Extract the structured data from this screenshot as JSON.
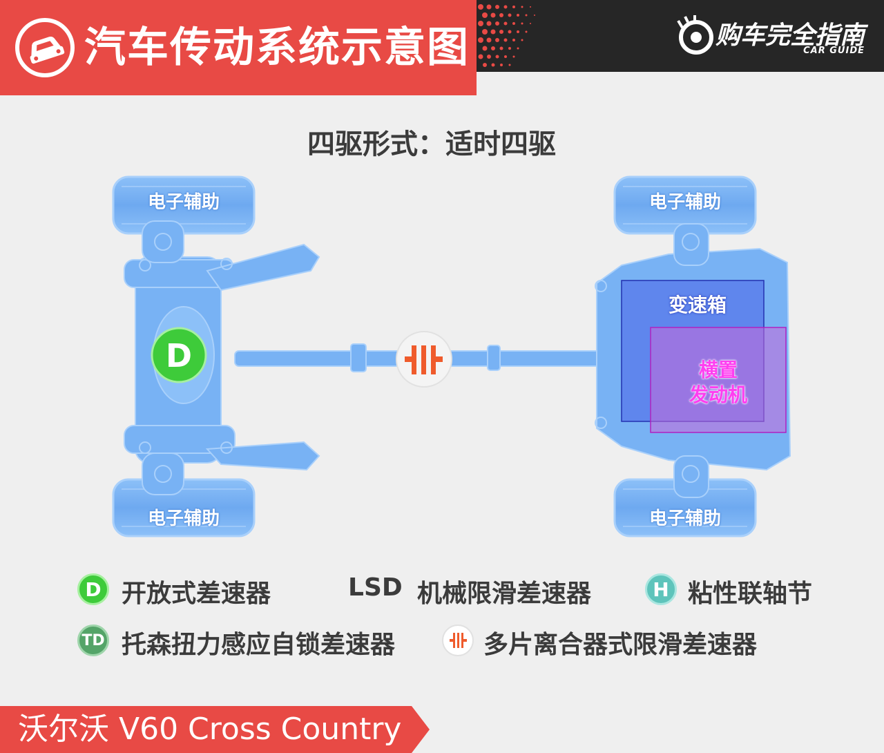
{
  "header": {
    "title": "汽车传动系统示意图",
    "icon": "car-crash-icon",
    "logo_text": "购车完全指南",
    "logo_sub": "CAR GUIDE"
  },
  "subtitle": "四驱形式：适时四驱",
  "diagram": {
    "tire_labels": [
      "电子辅助",
      "电子辅助",
      "电子辅助",
      "电子辅助"
    ],
    "rear_differential_letter": "D",
    "gearbox_label": "变速箱",
    "engine_label_line1": "横置",
    "engine_label_line2": "发动机"
  },
  "legend": {
    "open_diff": {
      "icon_text": "D",
      "label": "开放式差速器"
    },
    "lsd": {
      "icon_text": "LSD",
      "label": "机械限滑差速器"
    },
    "viscous": {
      "icon_text": "H",
      "label": "粘性联轴节"
    },
    "torsen": {
      "icon_text": "TD",
      "label": "托森扭力感应自锁差速器"
    },
    "multi_plate": {
      "icon_text": "",
      "label": "多片离合器式限滑差速器"
    }
  },
  "footer": {
    "model": "沃尔沃 V60 Cross Country"
  },
  "colors": {
    "brand_red": "#e84a45",
    "chassis_blue": "#78b2f4",
    "open_diff_green": "#3ecb3a",
    "clutch_orange": "#ef5b2c",
    "gearbox_box": "#4a62e8",
    "engine_box": "#c86ad8"
  }
}
